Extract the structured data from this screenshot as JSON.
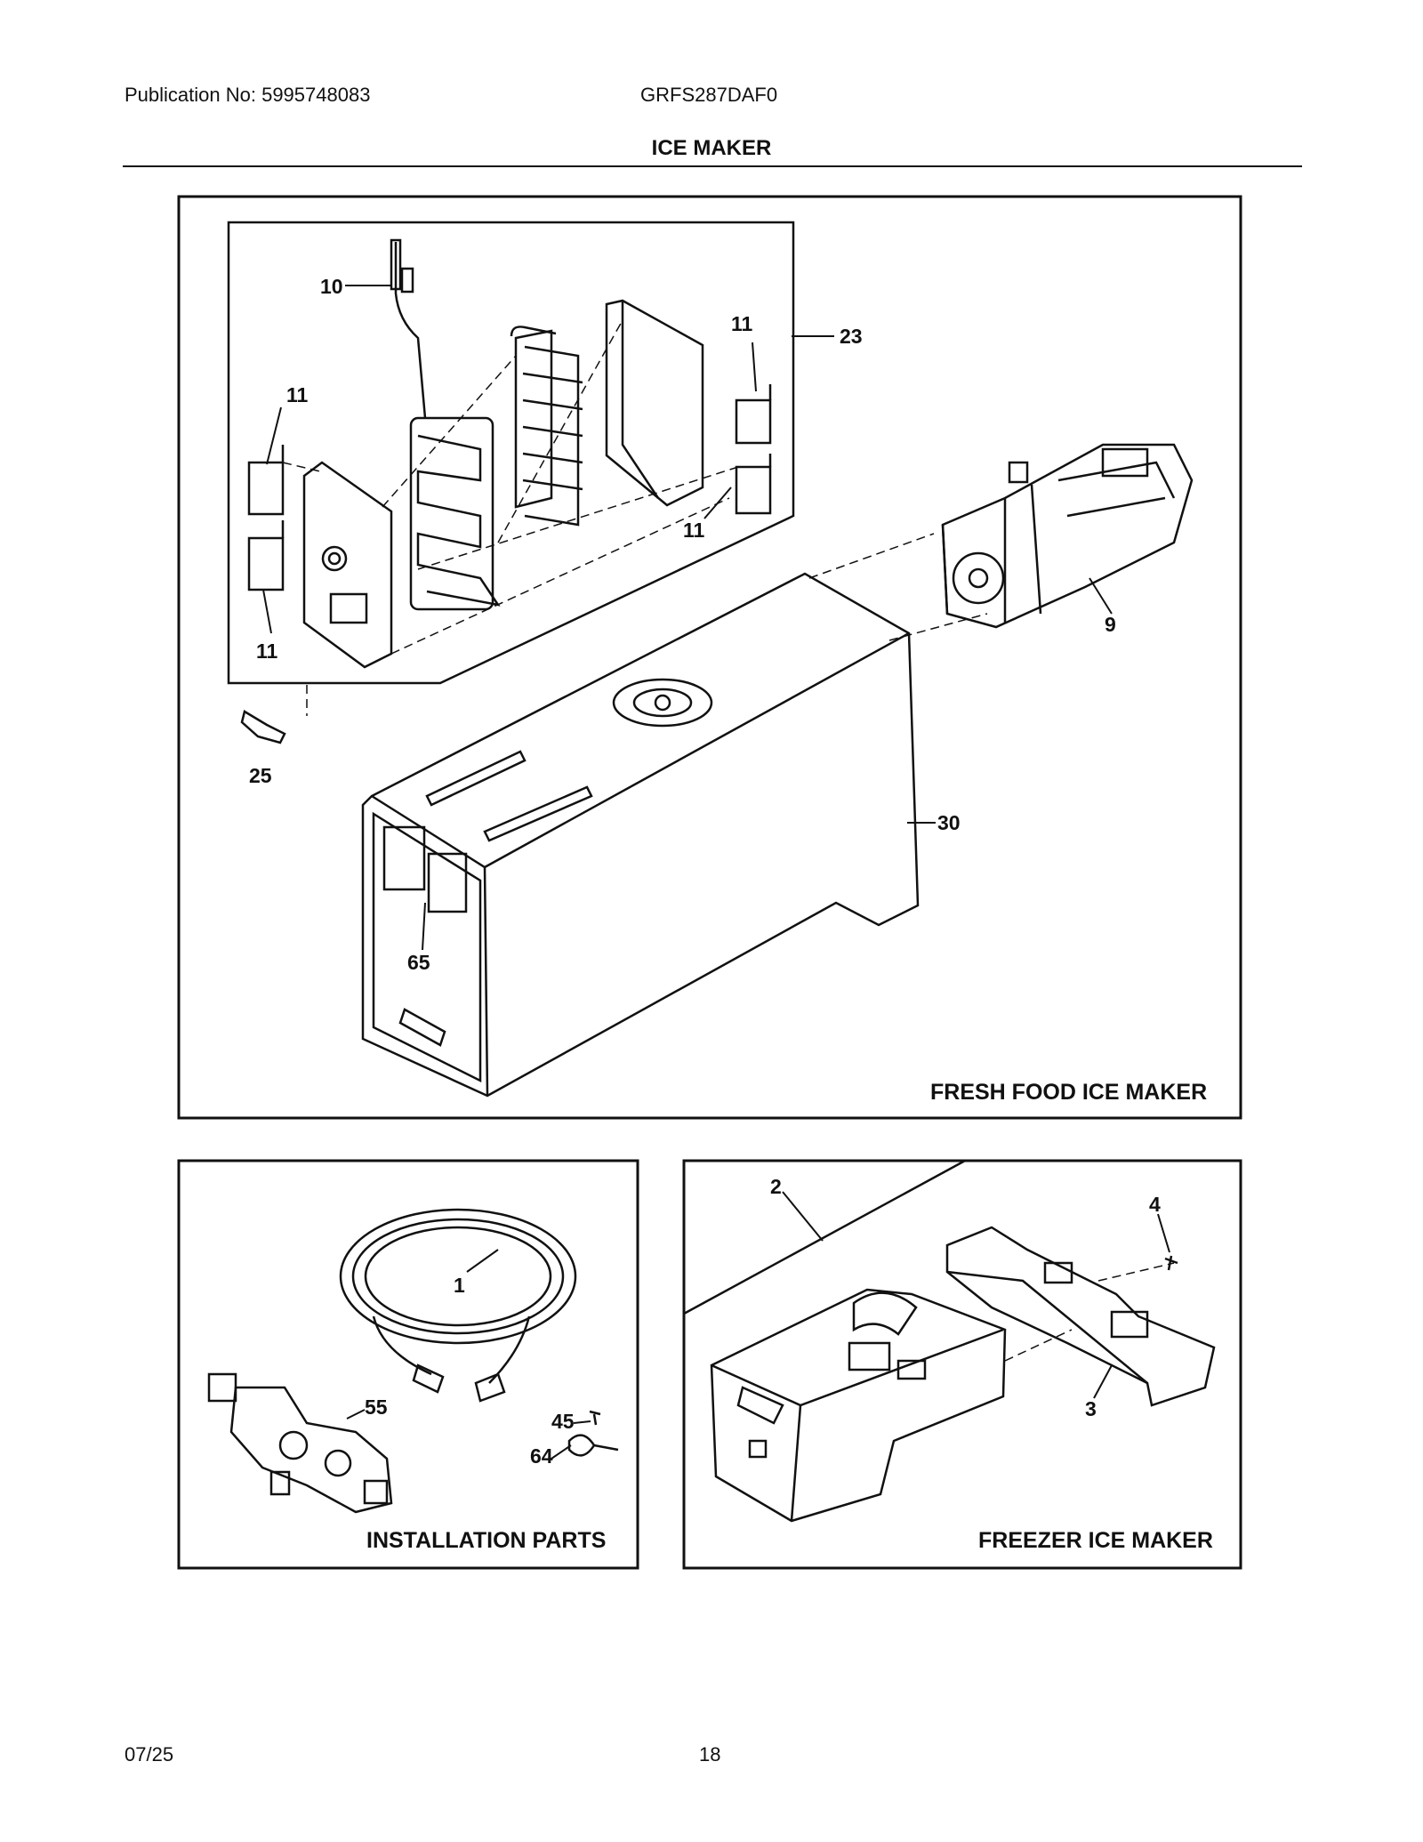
{
  "header": {
    "publication": "Publication No: 5995748083",
    "model": "GRFS287DAF0",
    "title": "ICE MAKER"
  },
  "footer": {
    "date": "07/25",
    "page": "18"
  },
  "panels": {
    "fresh_food": {
      "caption": "FRESH FOOD ICE MAKER",
      "callouts": {
        "p10": "10",
        "p11a": "11",
        "p11b": "11",
        "p11c": "11",
        "p11d": "11",
        "p23": "23",
        "p9": "9",
        "p25": "25",
        "p30": "30",
        "p65": "65"
      }
    },
    "installation": {
      "caption": "INSTALLATION PARTS",
      "callouts": {
        "p1": "1",
        "p55": "55",
        "p45": "45",
        "p64": "64"
      }
    },
    "freezer": {
      "caption": "FREEZER ICE MAKER",
      "callouts": {
        "p2": "2",
        "p3": "3",
        "p4": "4"
      }
    }
  }
}
